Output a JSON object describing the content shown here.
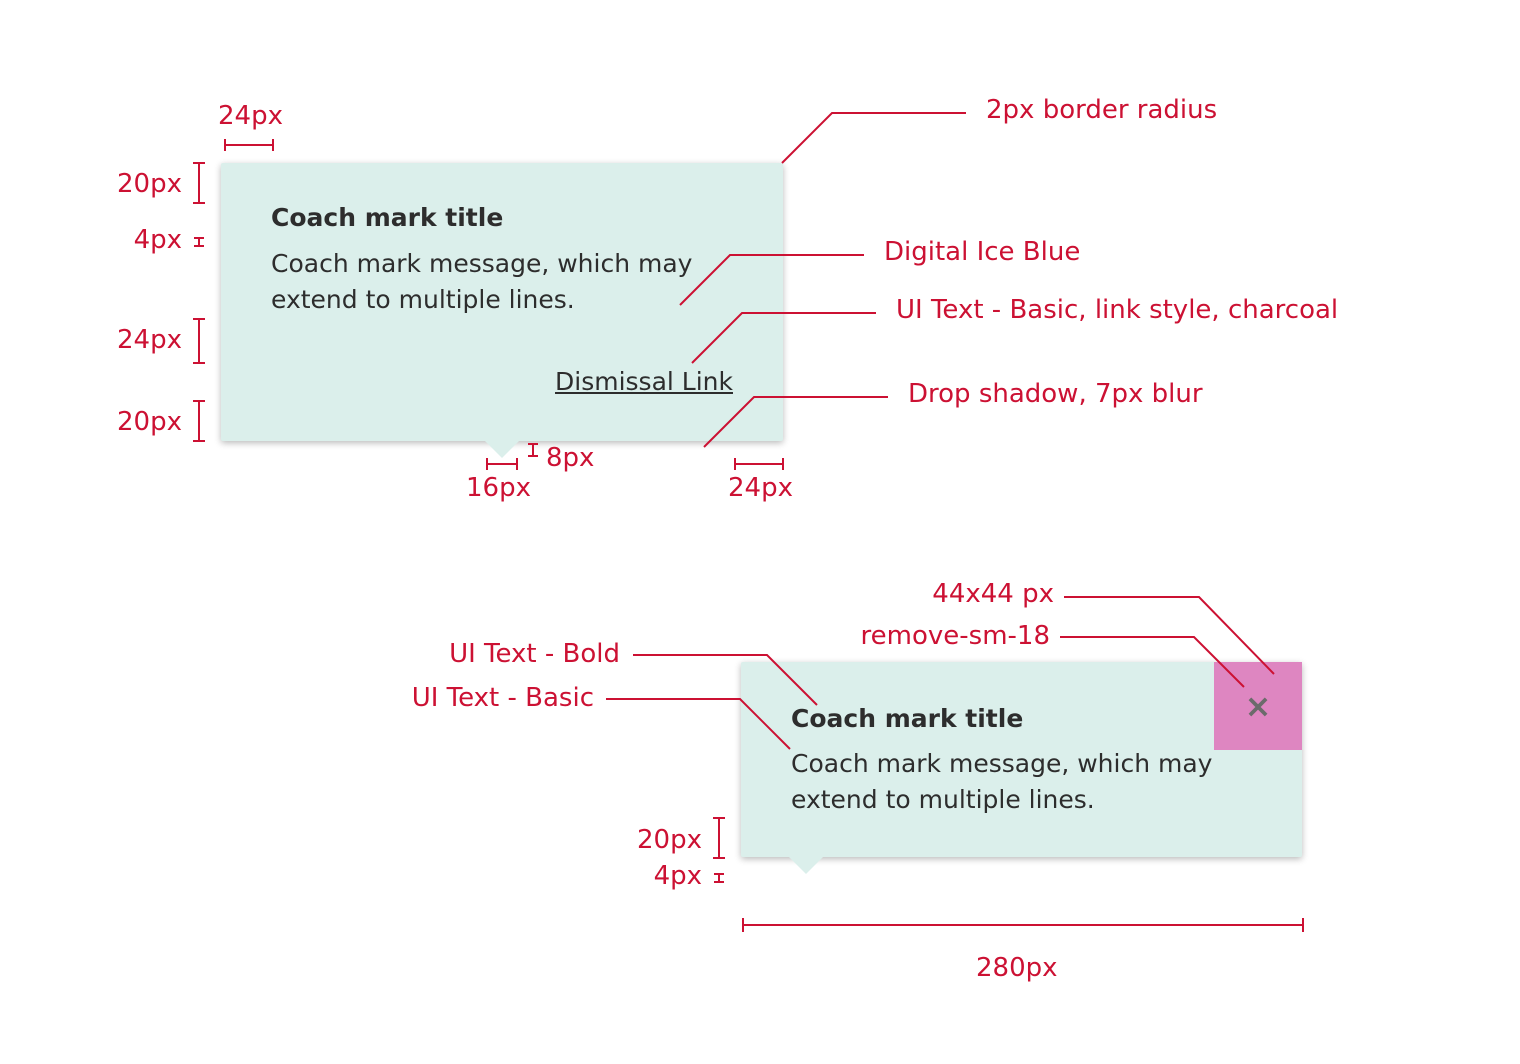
{
  "colors": {
    "annotation": "#cc1133",
    "card_background": "#dbefeb",
    "text": "#2d2d2d",
    "close_target": "#de86c1",
    "close_icon": "#6b6b6b"
  },
  "coach_mark_1": {
    "title": "Coach mark title",
    "message": "Coach mark message, which may extend to multiple lines.",
    "dismiss_link": "Dismissal Link"
  },
  "coach_mark_2": {
    "title": "Coach mark title",
    "message": "Coach mark message, which may extend to multiple lines.",
    "close_icon": "×"
  },
  "annotations": {
    "pad_left_24": "24px",
    "pad_top_20": "20px",
    "gap_4": "4px",
    "gap_24": "24px",
    "pad_bottom_20": "20px",
    "pointer_height_8": "8px",
    "pointer_width_16": "16px",
    "pointer_offset_24": "24px",
    "border_radius": "2px border radius",
    "bg_color": "Digital Ice Blue",
    "link_style": "UI Text - Basic, link style, charcoal",
    "shadow": "Drop shadow, 7px blur",
    "close_size": "44x44 px",
    "close_icon_name": "remove-sm-18",
    "title_style": "UI Text - Bold",
    "message_style": "UI Text - Basic",
    "card2_pad_20": "20px",
    "card2_gap_4": "4px",
    "width_280": "280px"
  }
}
